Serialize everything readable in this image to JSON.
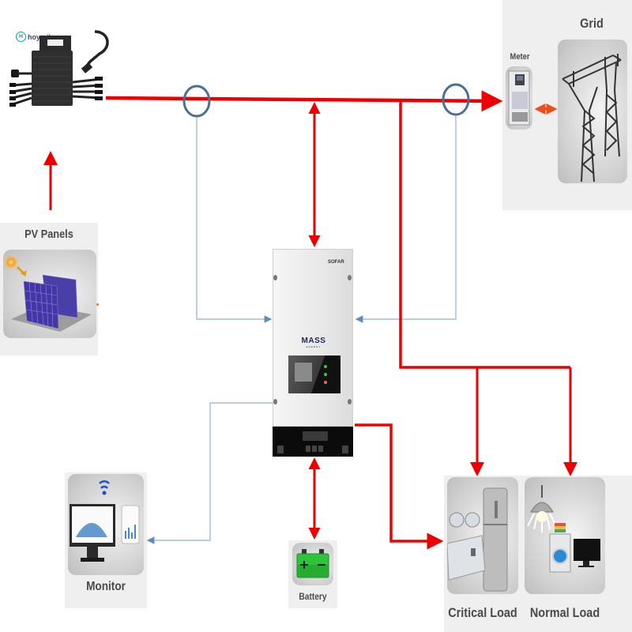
{
  "diagram": {
    "title": "Hybrid solar system wiring",
    "components": {
      "microinverter": {
        "brand": "hoymiles",
        "icon": "microinverter-icon"
      },
      "pv_panels": {
        "label": "PV Panels",
        "icon": "solar-panel-icon"
      },
      "meter": {
        "label": "Meter",
        "icon": "energy-meter-icon"
      },
      "grid": {
        "label": "Grid",
        "icon": "power-pylon-icon"
      },
      "inverter": {
        "brand": "SOFAR",
        "model": "MASS",
        "sub": "ENERGY",
        "icon": "hybrid-inverter-icon"
      },
      "monitor": {
        "label": "Monitor",
        "icon": "monitor-icon"
      },
      "battery": {
        "label": "Battery",
        "icon": "battery-icon"
      },
      "critical_load": {
        "label": "Critical Load",
        "icon": "critical-load-icon"
      },
      "normal_load": {
        "label": "Normal Load",
        "icon": "normal-load-icon"
      }
    },
    "connections": [
      {
        "from": "PV Panels",
        "to": "hoymiles",
        "type": "power",
        "direction": "one-way"
      },
      {
        "from": "hoymiles",
        "to": "Meter",
        "type": "power",
        "direction": "one-way"
      },
      {
        "from": "Meter",
        "to": "Grid",
        "type": "power",
        "direction": "two-way"
      },
      {
        "from": "AC bus",
        "to": "Inverter",
        "type": "power",
        "direction": "two-way"
      },
      {
        "from": "AC bus",
        "to": "Critical Load",
        "type": "power",
        "direction": "one-way"
      },
      {
        "from": "AC bus",
        "to": "Normal Load",
        "type": "power",
        "direction": "one-way"
      },
      {
        "from": "Inverter",
        "to": "Critical Load",
        "type": "power",
        "direction": "one-way"
      },
      {
        "from": "Inverter",
        "to": "Battery",
        "type": "power",
        "direction": "two-way"
      },
      {
        "from": "CT sensor 1",
        "to": "Inverter",
        "type": "signal",
        "direction": "one-way"
      },
      {
        "from": "CT sensor 2",
        "to": "Inverter",
        "type": "signal",
        "direction": "one-way"
      },
      {
        "from": "Inverter",
        "to": "Monitor",
        "type": "signal",
        "direction": "one-way"
      }
    ],
    "colors": {
      "power_line": "#ee0000",
      "signal_line": "#6b9bc8",
      "ct_ring": "#4a6f98",
      "grid_arrow": "#e8501e"
    }
  }
}
